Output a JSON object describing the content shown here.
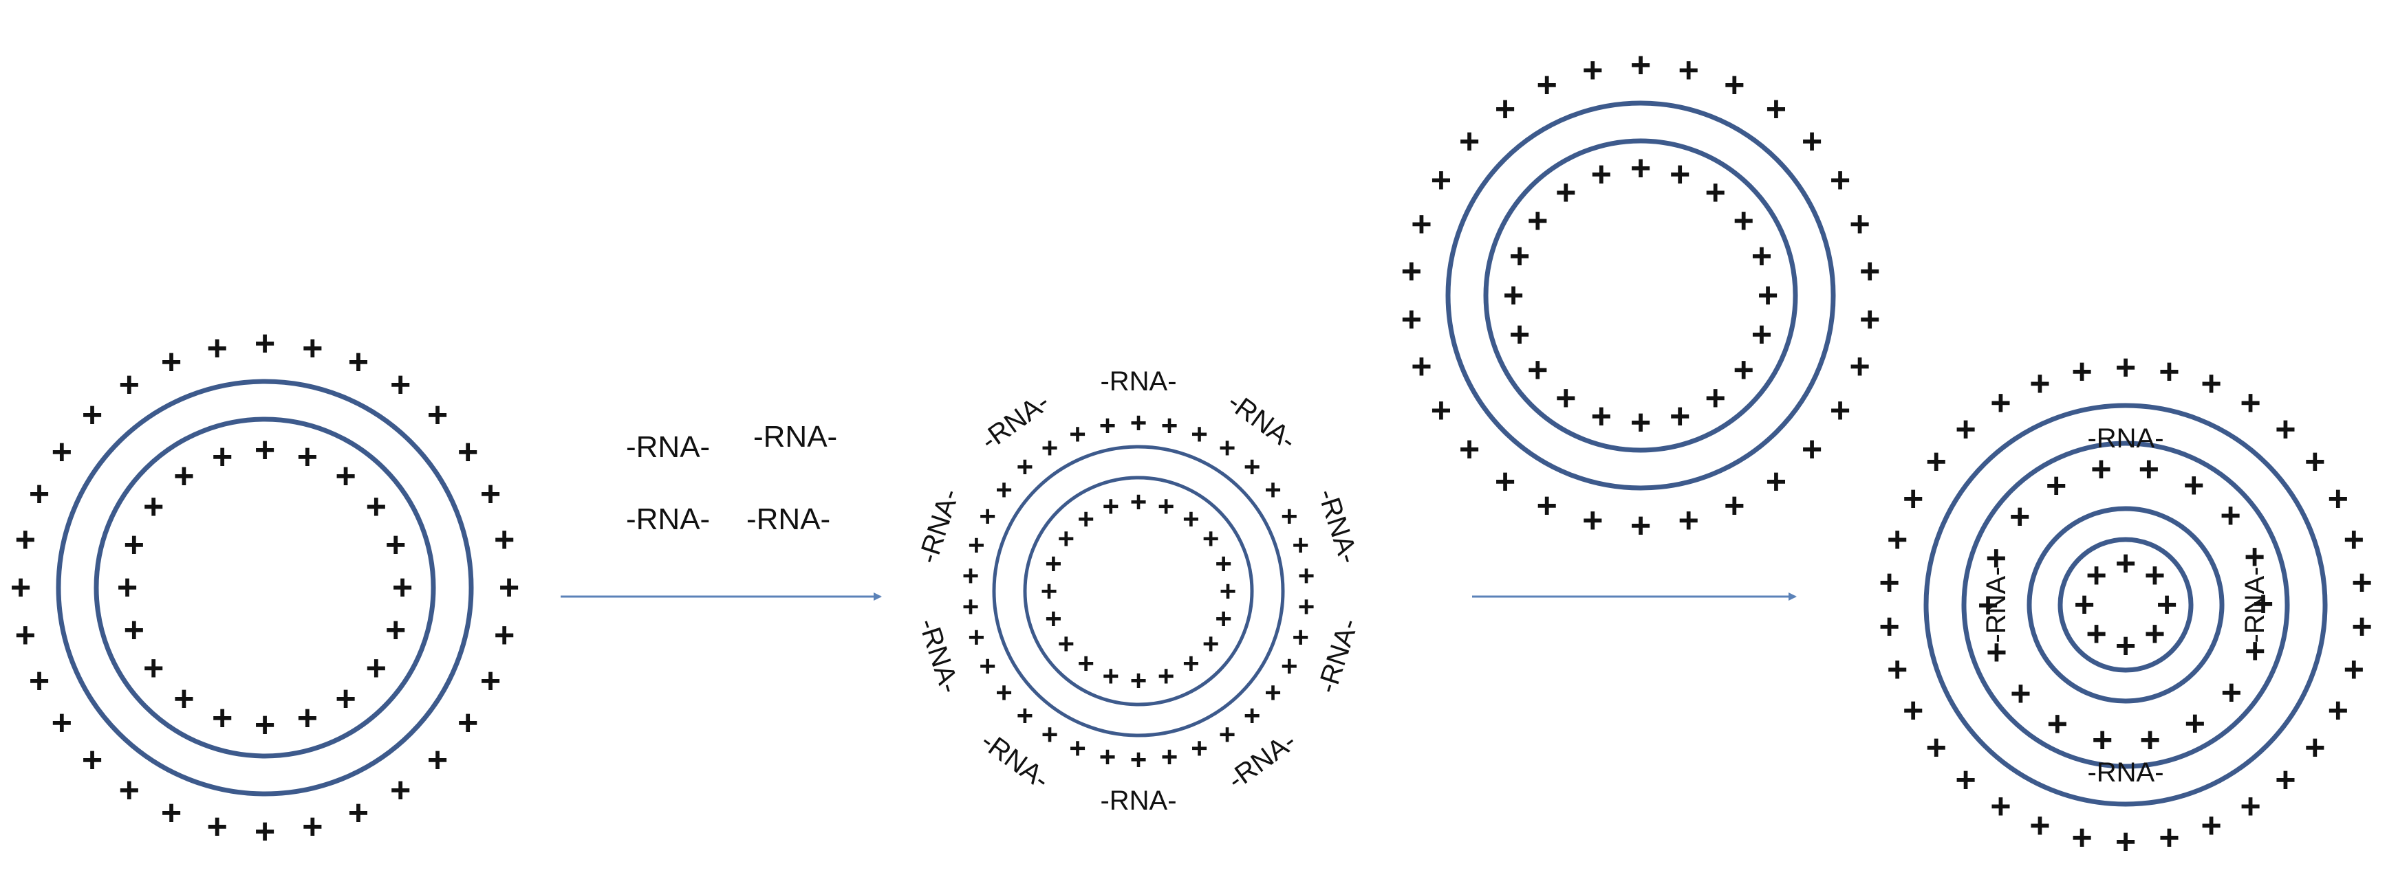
{
  "colors": {
    "ring": "#3d5a8c",
    "arrow": "#5b82b8",
    "text": "#111111",
    "background": "#ffffff"
  },
  "symbols": {
    "positive": "+",
    "rna": "-RNA-"
  },
  "free_rna_labels": [
    "-RNA-",
    "-RNA-",
    "-RNA-",
    "-RNA-"
  ],
  "panels": [
    {
      "id": "liposome-start",
      "ring_layers": 2,
      "charge": "+"
    },
    {
      "id": "rna-complex",
      "ring_layers": 2,
      "charge": "+",
      "coating": "-RNA-"
    },
    {
      "id": "liposome-added",
      "ring_layers": 2,
      "charge": "+"
    },
    {
      "id": "multilayer-complex",
      "ring_layers": 4,
      "charge": "+",
      "interlayer": "-RNA-"
    }
  ]
}
